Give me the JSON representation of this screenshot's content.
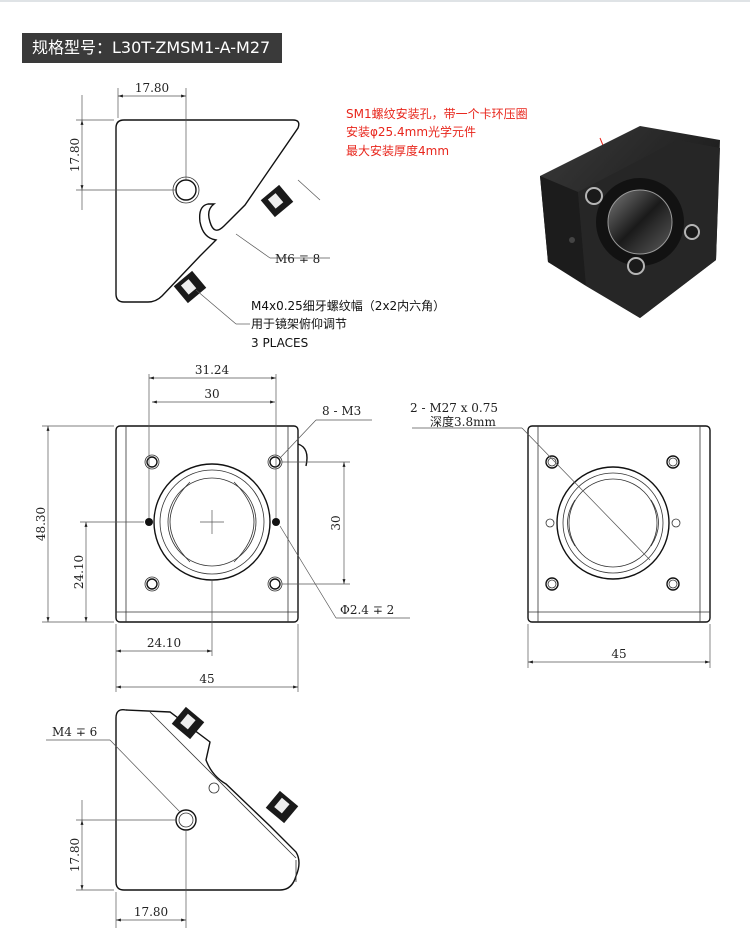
{
  "title": "规格型号：L30T-ZMSM1-A-M27",
  "top_view": {
    "dim_width": "17.80",
    "dim_height": "17.80",
    "callout_m6": "M6 ∓ 8",
    "note_m4": [
      "M4x0.25细牙螺纹幅（2x2内六角）",
      "用于镜架俯仰调节",
      "3 PLACES"
    ]
  },
  "product_note": [
    "SM1螺纹安装孔，带一个卡环压圈",
    "安装φ25.4mm光学元件",
    "最大安装厚度4mm"
  ],
  "front_view": {
    "dim_31_24": "31.24",
    "dim_30_top": "30",
    "callout_m3": "8 - M3",
    "dim_48_30": "48.30",
    "dim_24_10_v": "24.10",
    "dim_30_right": "30",
    "callout_pin": "Φ2.4 ∓ 2",
    "dim_24_10_h": "24.10",
    "dim_45": "45"
  },
  "back_view": {
    "callout_m27_line1": "2 - M27 x 0.75",
    "callout_m27_line2": "深度3.8mm",
    "dim_45": "45"
  },
  "side_view": {
    "callout_m4": "M4 ∓ 6",
    "dim_height": "17.80",
    "dim_width": "17.80"
  },
  "colors": {
    "accent_red": "#e8261c",
    "title_bg": "#3a3a3a"
  }
}
